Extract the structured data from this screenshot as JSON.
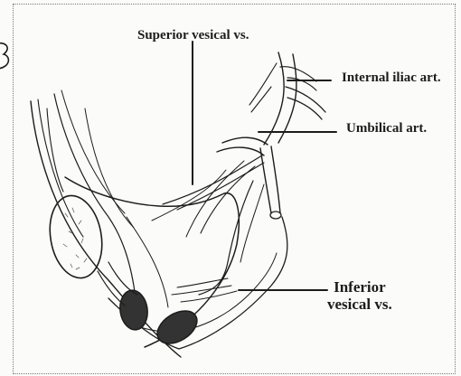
{
  "labels": {
    "superior_vesical": "Superior vesical vs.",
    "internal_iliac": "Internal iliac art.",
    "umbilical": "Umbilical art.",
    "inferior_line1": "Inferior",
    "inferior_line2": "vesical vs."
  },
  "colors": {
    "ink": "#1c1c1c",
    "background": "#fbfbfa",
    "shade": "#333333"
  },
  "icons": {
    "corner_mark": "corner-mark-icon"
  }
}
